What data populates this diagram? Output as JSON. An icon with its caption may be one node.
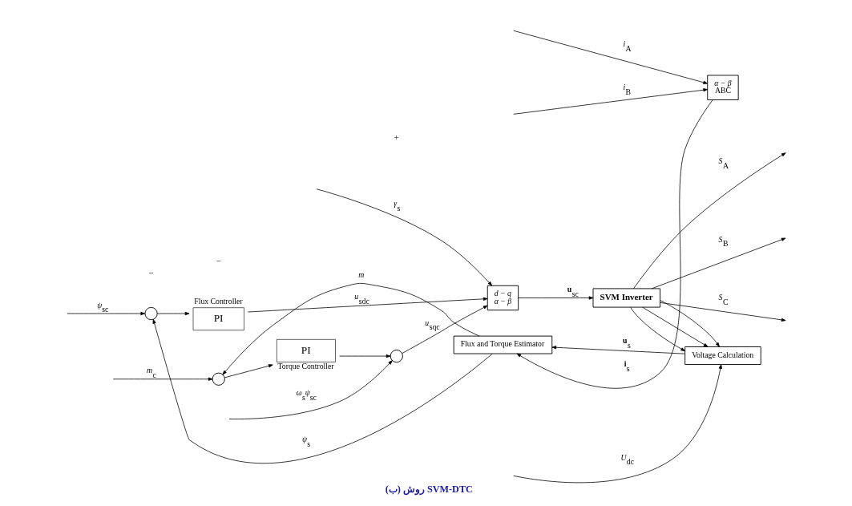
{
  "diagram": {
    "caption": "(ب) روش SVM-DTC",
    "nodes": [
      {
        "text": [],
        "shape": "circle"
      },
      {
        "text": [
          "PI"
        ],
        "beside": [
          "Flux Controller"
        ]
      },
      {
        "text": [],
        "shape": "circle"
      },
      {
        "text": [
          "PI"
        ],
        "beside": [
          "Torque Controller"
        ]
      },
      {
        "text": [],
        "shape": "circle"
      },
      {
        "text": [
          "*d − q*",
          "*α − β*"
        ]
      },
      {
        "text": [
          "SVM Inverter"
        ]
      },
      {
        "text": [
          "Voltage Calculation"
        ]
      },
      {
        "text": [
          "Flux and Torque Estimator"
        ]
      },
      {
        "text": [
          "*α − β*",
          "ABC"
        ]
      }
    ],
    "edges": [
      {
        "from": null,
        "to": 0,
        "arrow": "to",
        "label": "*ψ*$_{sc}$"
      },
      {
        "from": 0,
        "to": 1,
        "arrow": "to"
      },
      {
        "from": 1,
        "to": 5,
        "arrow": "to",
        "label": "*u*$_{sdc}$"
      },
      {
        "from": null,
        "to": 2,
        "arrow": "to",
        "label": "*m*$_{c}$"
      },
      {
        "from": 2,
        "to": 3,
        "arrow": "to"
      },
      {
        "from": 3,
        "to": 4,
        "arrow": "to"
      },
      {
        "from": null,
        "to": 4,
        "arrow": "to",
        "label": "*ω*$_{s}$*ψ*$_{sc}$"
      },
      {
        "from": 4,
        "to": 5,
        "arrow": "to",
        "label": "*u*$_{sqc}$"
      },
      {
        "from": null,
        "to": 5,
        "arrow": "to",
        "label": "*γ*$_{s}$"
      },
      {
        "from": 5,
        "to": 6,
        "arrow": "to",
        "label": "**u**$_{sc}$"
      },
      {
        "from": 6,
        "to": null,
        "arrow": "to",
        "label": "*S*$_{A}$"
      },
      {
        "from": 6,
        "to": null,
        "arrow": "to",
        "label": "*S*$_{B}$"
      },
      {
        "from": 6,
        "to": null,
        "arrow": "to",
        "label": "*S*$_{C}$"
      },
      {
        "from": 6,
        "to": 7,
        "arrow": "to"
      },
      {
        "from": 6,
        "to": 7,
        "arrow": "to"
      },
      {
        "from": 6,
        "to": 7,
        "arrow": "to"
      },
      {
        "from": null,
        "to": 7,
        "arrow": "to",
        "label": "*U*$_{dc}$"
      },
      {
        "from": 7,
        "to": 8,
        "arrow": "to",
        "label": "**u**$_{s}$"
      },
      {
        "from": 8,
        "to": 0,
        "arrow": "to",
        "label": "*ψ*$_{s}$"
      },
      {
        "from": 8,
        "to": 2,
        "arrow": "to",
        "label": "*m*"
      },
      {
        "from": 9,
        "to": 8,
        "arrow": "to",
        "label": "**i**$_{s}$"
      },
      {
        "from": null,
        "to": 9,
        "arrow": "to",
        "label": "*i*$_{A}$"
      },
      {
        "from": null,
        "to": 9,
        "arrow": "to",
        "label": "*i*$_{B}$"
      }
    ],
    "labels": [
      "−",
      "−",
      "+"
    ]
  }
}
